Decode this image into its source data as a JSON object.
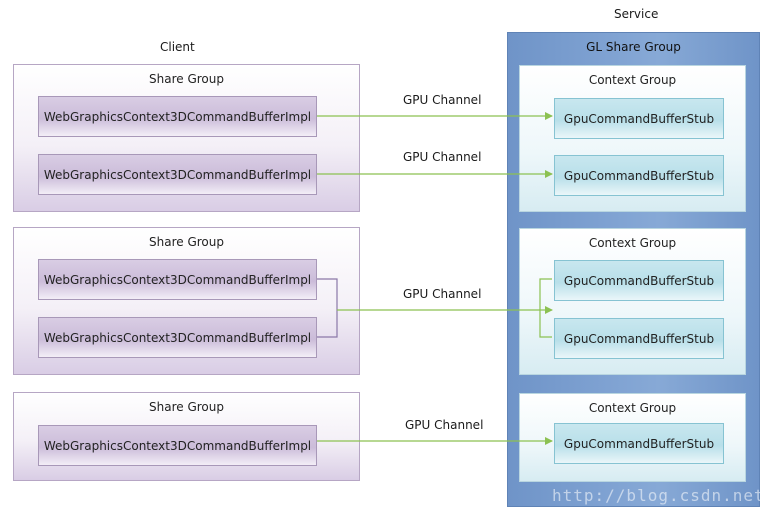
{
  "service_label": "Service",
  "client_label": "Client",
  "gl_share_group_label": "GL Share Group",
  "client_share_groups": [
    {
      "title": "Share Group",
      "contexts": [
        "WebGraphicsContext3DCommandBufferImpl",
        "WebGraphicsContext3DCommandBufferImpl"
      ]
    },
    {
      "title": "Share Group",
      "contexts": [
        "WebGraphicsContext3DCommandBufferImpl",
        "WebGraphicsContext3DCommandBufferImpl"
      ]
    },
    {
      "title": "Share Group",
      "contexts": [
        "WebGraphicsContext3DCommandBufferImpl"
      ]
    }
  ],
  "service_context_groups": [
    {
      "title": "Context Group",
      "stubs": [
        "GpuCommandBufferStub",
        "GpuCommandBufferStub"
      ]
    },
    {
      "title": "Context Group",
      "stubs": [
        "GpuCommandBufferStub",
        "GpuCommandBufferStub"
      ]
    },
    {
      "title": "Context Group",
      "stubs": [
        "GpuCommandBufferStub"
      ]
    }
  ],
  "channels": [
    "GPU Channel",
    "GPU Channel",
    "GPU Channel",
    "GPU Channel"
  ],
  "watermark": "http://blog.csdn.net/",
  "colors": {
    "channel_line": "#8cc152",
    "merge_line": "#8a78a8",
    "gl_group_fill": "#7fa2d2"
  }
}
